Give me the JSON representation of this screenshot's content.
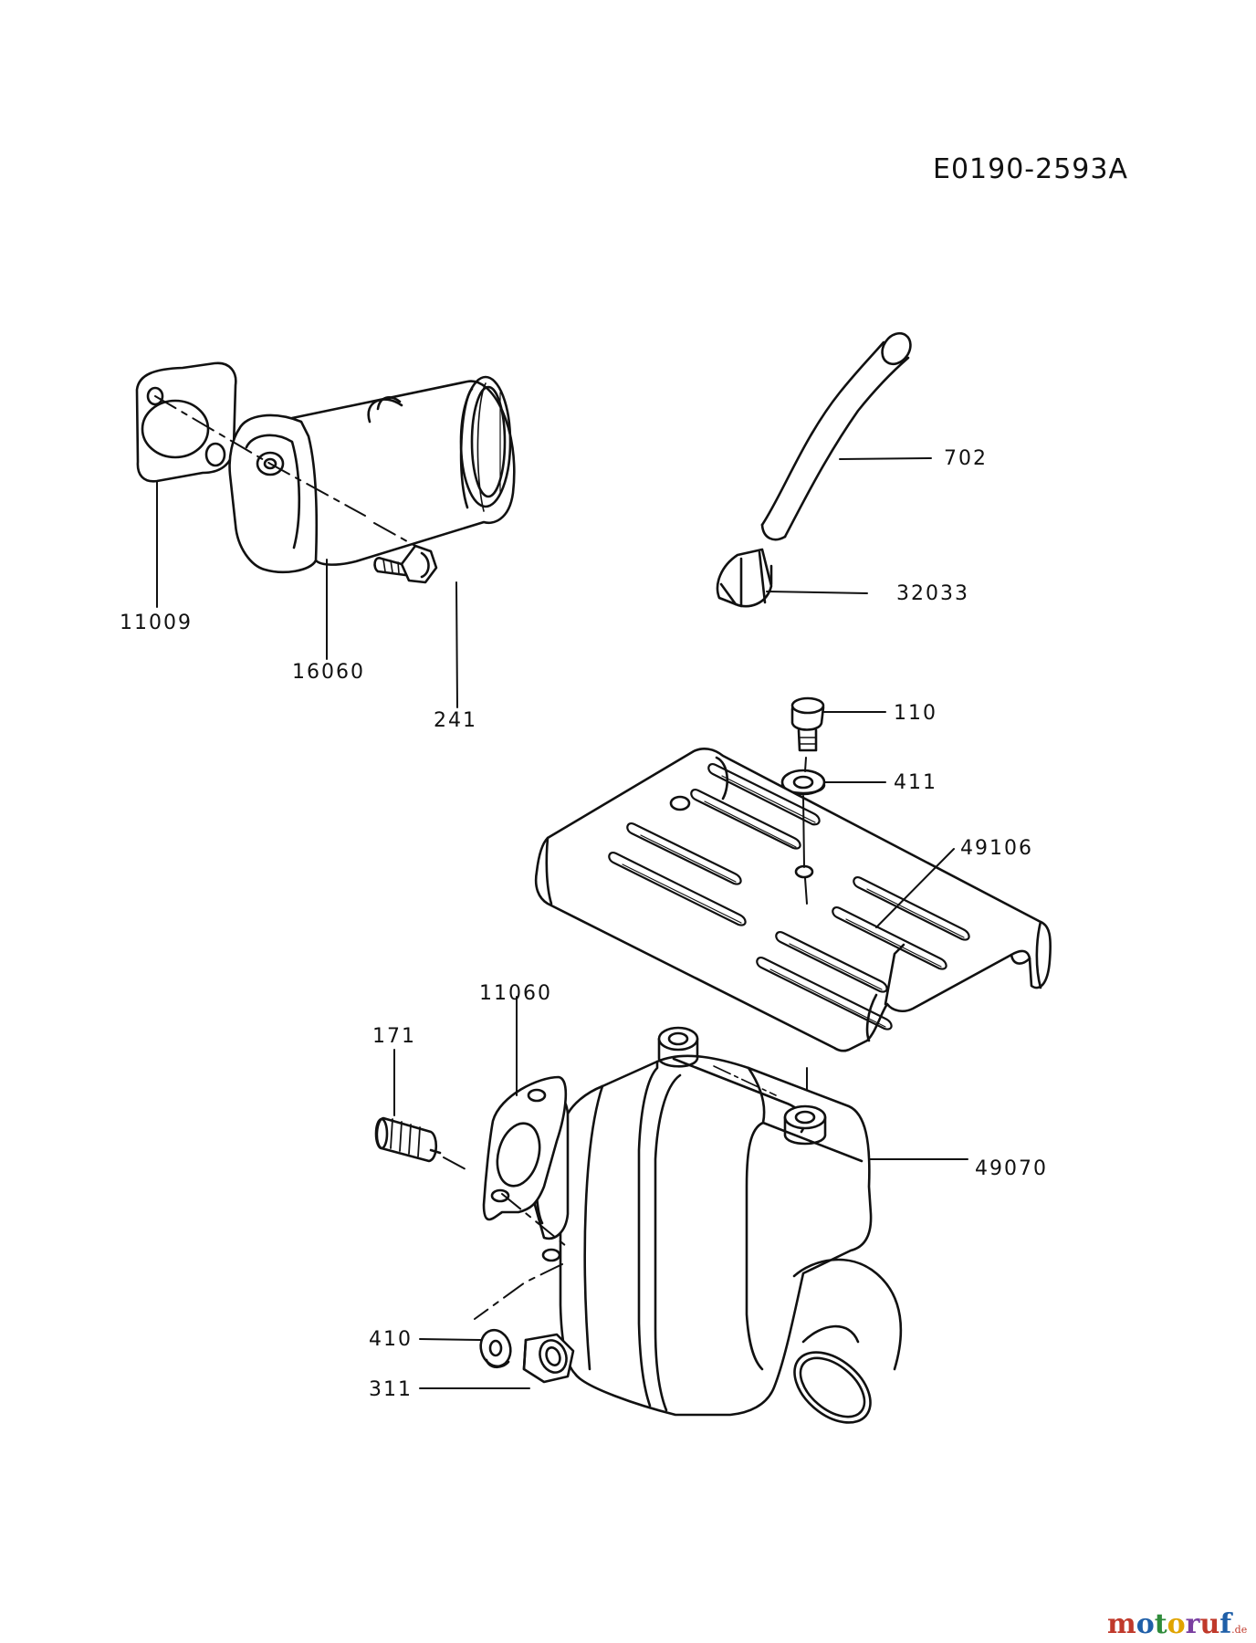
{
  "diagram": {
    "id": "E0190-2593A",
    "parts": [
      {
        "key": "elbow_gasket",
        "number": "11009"
      },
      {
        "key": "exhaust_elbow",
        "number": "16060"
      },
      {
        "key": "elbow_bolt",
        "number": "241"
      },
      {
        "key": "hose",
        "number": "702"
      },
      {
        "key": "hose_clamp",
        "number": "32033"
      },
      {
        "key": "cover_bolt",
        "number": "110"
      },
      {
        "key": "cover_washer",
        "number": "411"
      },
      {
        "key": "muffler_cover",
        "number": "49106"
      },
      {
        "key": "muffler_gasket",
        "number": "11060"
      },
      {
        "key": "stud",
        "number": "171"
      },
      {
        "key": "muffler",
        "number": "49070"
      },
      {
        "key": "lock_washer",
        "number": "410"
      },
      {
        "key": "nut",
        "number": "311"
      }
    ]
  },
  "watermark": {
    "main": "motoruf",
    "suffix": ".de",
    "colors": [
      "#c0392b",
      "#1f5fa8",
      "#2e8b3a",
      "#e0a400",
      "#7a3fa0",
      "#c0392b",
      "#1f5fa8"
    ]
  }
}
